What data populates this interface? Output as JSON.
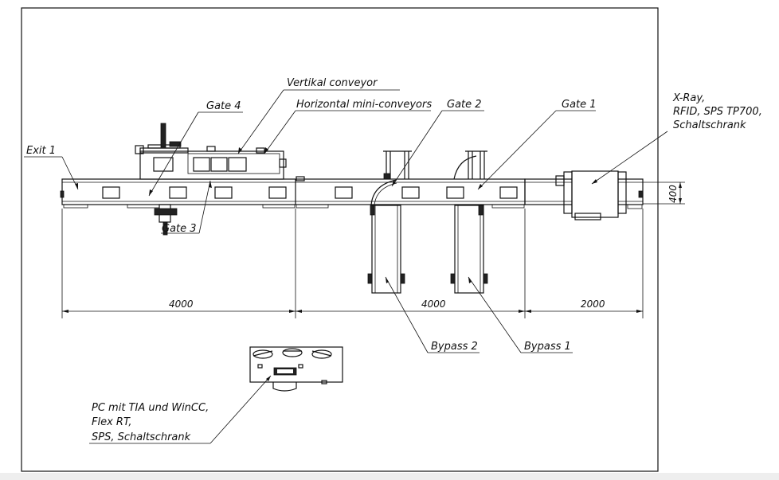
{
  "labels": {
    "vertikal_conveyor": "Vertikal conveyor",
    "horizontal_mini_conveyors": "Horizontal mini-conveyors",
    "gate_4": "Gate 4",
    "gate_3": "Gate 3",
    "gate_2": "Gate 2",
    "gate_1": "Gate 1",
    "exit_1": "Exit 1",
    "xray_line1": "X-Ray,",
    "xray_line2": "RFID, SPS TP700,",
    "xray_line3": "Schaltschrank",
    "bypass_2": "Bypass 2",
    "bypass_1": "Bypass 1",
    "pc_line1": "PC mit TIA und WinCC,",
    "pc_line2": "Flex RT,",
    "pc_line3": "SPS, Schaltschrank"
  },
  "dimensions": {
    "seg1": "4000",
    "seg2": "4000",
    "seg3": "2000",
    "height": "400"
  }
}
